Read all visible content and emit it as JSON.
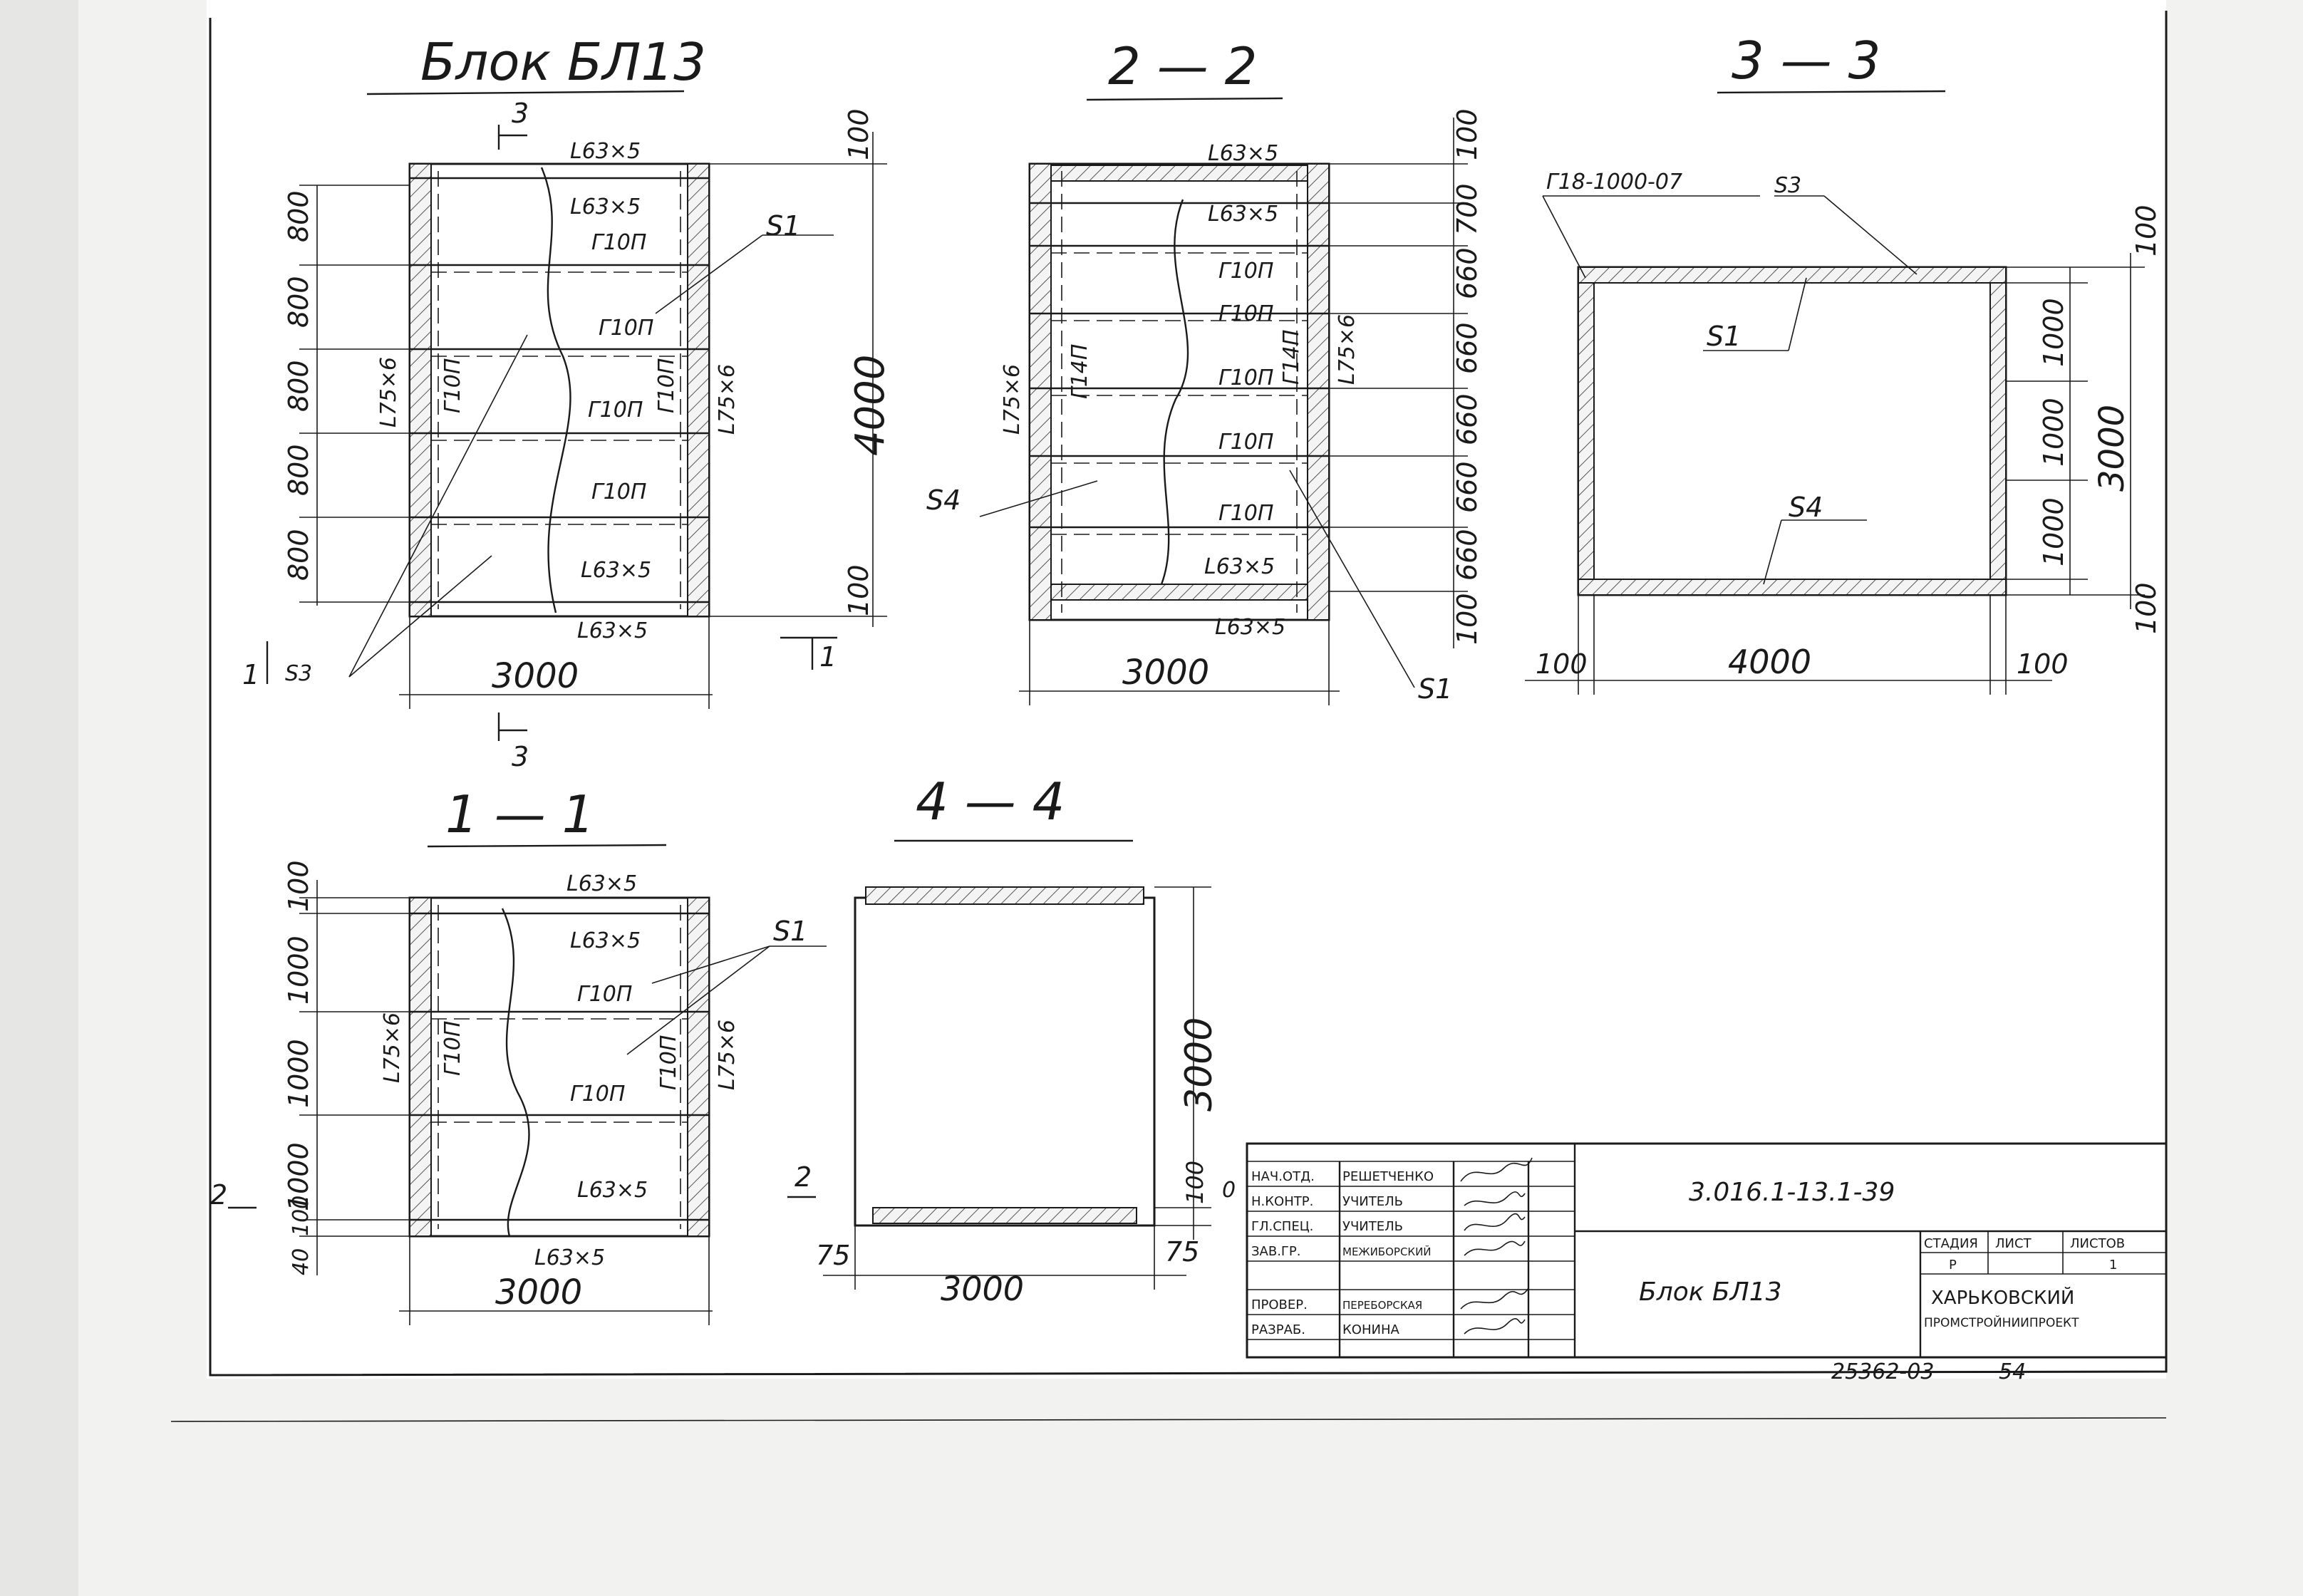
{
  "views": {
    "block": {
      "title": "Блок БЛ13",
      "section_mark_top": "3",
      "section_mark_bottom": "3",
      "section_mark_left": "1",
      "section_mark_right": "1",
      "angles": {
        "top": "L63×5",
        "bottom": "L63×5",
        "inner_top": "L63×5",
        "inner_bottom": "L63×5"
      },
      "post_left": "L75×6",
      "post_right": "L75×6",
      "channels": [
        "Г10П",
        "Г10П",
        "Г10П",
        "Г10П"
      ],
      "channel_vert_left": "Г10П",
      "channel_vert_right": "Г10П",
      "plate_s1": "S1",
      "plate_s3": "S3",
      "dims_left": [
        "800",
        "800",
        "800",
        "800",
        "800"
      ],
      "dims_right": [
        "100",
        "100"
      ],
      "dim_height": "4000",
      "dim_width": "3000"
    },
    "section_2_2": {
      "title": "2 — 2",
      "angles": {
        "top": "L63×5",
        "inner_top": "L63×5",
        "inner_bottom": "L63×5",
        "bottom": "L63×5"
      },
      "post_left": "L75×6",
      "post_right": "L75×6",
      "channels": [
        "Г10П",
        "Г10П",
        "Г10П",
        "Г10П",
        "Г10П"
      ],
      "channel_vert_left": "Г14П",
      "channel_vert_right": "Г14П",
      "plate_s4": "S4",
      "plate_s1": "S1",
      "dims_right": [
        "100",
        "700",
        "660",
        "660",
        "660",
        "660",
        "660",
        "100"
      ],
      "dim_width": "3000"
    },
    "section_3_3": {
      "title": "3 — 3",
      "leader_top": "Г18-1000-07",
      "plate_s3": "S3",
      "plate_s1": "S1",
      "plate_s4": "S4",
      "dims_right": [
        "1000",
        "1000",
        "1000"
      ],
      "dims_edge": [
        "100",
        "100"
      ],
      "dim_height": "3000",
      "dim_width": "4000",
      "dims_bottom_side": [
        "100",
        "100"
      ]
    },
    "section_1_1": {
      "title": "1 — 1",
      "angles": {
        "top": "L63×5",
        "inner_top": "L63×5",
        "inner_bottom": "L63×5",
        "bottom": "L63×5"
      },
      "post_left": "L75×6",
      "post_right": "L75×6",
      "channels": [
        "Г10П",
        "Г10П"
      ],
      "channel_vert_left": "Г10П",
      "channel_vert_right": "Г10П",
      "plate_s1": "S1",
      "mark_2": "2",
      "dims_left": [
        "100",
        "1000",
        "1000",
        "1000",
        "100",
        "40"
      ],
      "dim_width": "3000"
    },
    "section_4_4": {
      "title": "4 — 4",
      "mark_2": "2",
      "dim_height": "3000",
      "dim_side": "100",
      "dim_side_top": "0",
      "dim_left": "75",
      "dim_right": "75",
      "dim_width": "3000"
    }
  },
  "title_block": {
    "roles": [
      "НАЧ.ОТД.",
      "Н.КОНТР.",
      "ГЛ.СПЕЦ.",
      "ЗАВ.ГР.",
      "",
      "ПРОВЕР.",
      "РАЗРАБ."
    ],
    "names": [
      "РЕШЕТЧЕНКО",
      "УЧИТЕЛЬ",
      "УЧИТЕЛЬ",
      "МЕЖИБОРСКИЙ",
      "",
      "ПЕРЕБОРСКАЯ",
      "КОНИНА"
    ],
    "doc_code": "3.016.1-13.1-39",
    "drawing_name": "Блок БЛ13",
    "col_stage": "СТАДИЯ",
    "col_sheet": "ЛИСТ",
    "col_sheets": "ЛИСТОВ",
    "stage_value": "Р",
    "sheet_value": "",
    "sheets_value": "1",
    "org_line1": "ХАРЬКОВСКИЙ",
    "org_line2": "ПРОМСТРОЙНИИПРОЕКТ"
  },
  "footer": {
    "archive_number": "25362-03",
    "page_number": "54"
  }
}
